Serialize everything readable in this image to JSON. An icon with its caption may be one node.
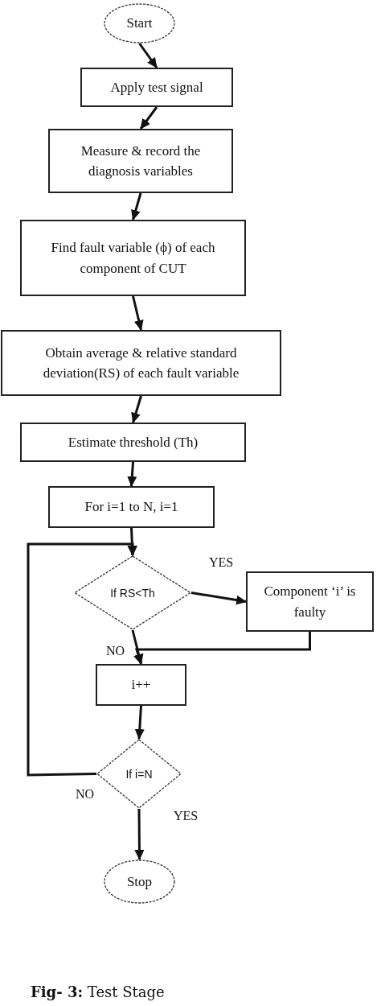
{
  "diagram": {
    "caption": "**Fig- 3:** Test Stage",
    "nodes": [
      {
        "text": [
          "Start"
        ]
      },
      {
        "text": [
          "Apply test signal"
        ]
      },
      {
        "text": [
          "Measure & record the diagnosis variables"
        ]
      },
      {
        "text": [
          "Find fault variable (ϕ) of each component of CUT"
        ]
      },
      {
        "text": [
          "Obtain average & relative standard deviation(RS) of each fault variable"
        ]
      },
      {
        "text": [
          "Estimate threshold (Th)"
        ]
      },
      {
        "text": [
          "For i=1 to N, i=1"
        ]
      },
      {
        "text": [
          "If RS<Th"
        ]
      },
      {
        "text": [
          "Component ‘i’ is faulty"
        ]
      },
      {
        "text": [
          "i++"
        ]
      },
      {
        "text": [
          "If i=N"
        ]
      },
      {
        "text": [
          "Stop"
        ]
      }
    ],
    "edges": [
      {
        "from": 0,
        "to": 1,
        "arrow": "to"
      },
      {
        "from": 1,
        "to": 2,
        "arrow": "to"
      },
      {
        "from": 2,
        "to": 3,
        "arrow": "to"
      },
      {
        "from": 3,
        "to": 4,
        "arrow": "to"
      },
      {
        "from": 4,
        "to": 5,
        "arrow": "to"
      },
      {
        "from": 5,
        "to": 6,
        "arrow": "to"
      },
      {
        "from": 6,
        "to": 7,
        "arrow": "to"
      },
      {
        "from": 7,
        "to": 8,
        "arrow": "to",
        "label": "YES"
      },
      {
        "from": 7,
        "to": 9,
        "arrow": "to",
        "label": "NO"
      },
      {
        "from": 8,
        "to": 9,
        "arrow": "to"
      },
      {
        "from": 9,
        "to": 10,
        "arrow": "to"
      },
      {
        "from": 10,
        "to": 7,
        "arrow": "to",
        "label": "NO"
      },
      {
        "from": 10,
        "to": 11,
        "arrow": "to",
        "label": "YES"
      }
    ]
  }
}
